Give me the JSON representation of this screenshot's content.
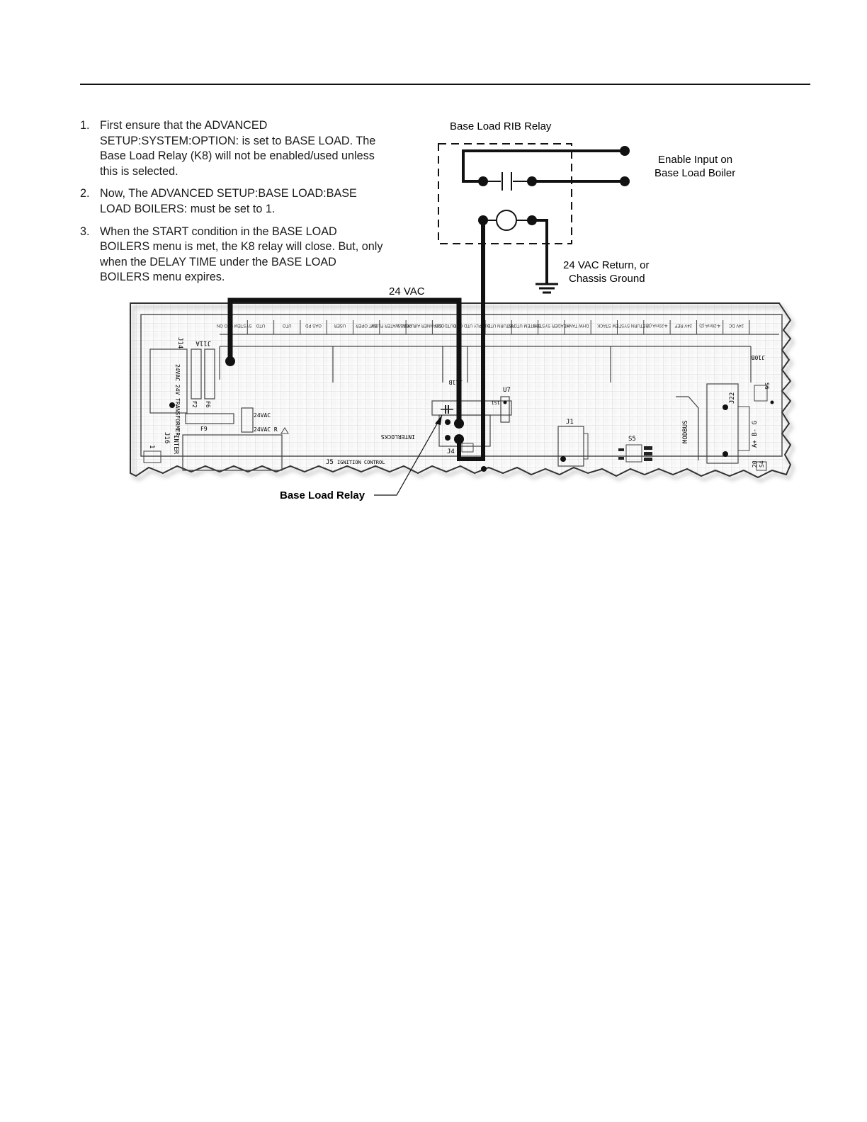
{
  "steps": [
    {
      "num": "1.",
      "text": "First ensure that the ADVANCED SETUP:SYSTEM:OPTION: is set to BASE LOAD. The Base Load Relay (K8) will not be enabled/used unless this is selected."
    },
    {
      "num": "2.",
      "text": "Now, The ADVANCED SETUP:BASE LOAD:BASE LOAD BOILERS: must be set to 1."
    },
    {
      "num": "3.",
      "text": "When the START condition in the BASE LOAD BOILERS menu is met, the K8 relay will close. But, only when  the DELAY TIME under the BASE LOAD BOILERS menu expires."
    }
  ],
  "diagram": {
    "rib_relay_label": "Base Load  RIB Relay",
    "enable_input_line1": "Enable Input on",
    "enable_input_line2": "Base Load Boiler",
    "return_line1": "24 VAC Return, or",
    "return_line2": "Chassis Ground",
    "vac_label": "24 VAC",
    "base_load_relay_label": "Base Load Relay",
    "board": {
      "connector_labels": [
        "J14",
        "J11A",
        "J11B",
        "J10B",
        "J22",
        "J16",
        "J1",
        "J4",
        "J5",
        "U7",
        "S5",
        "S6",
        "S4",
        "F2",
        "F6",
        "F9"
      ],
      "terminal_labels": [
        "SYSTEM UTO ON",
        "UTO",
        "UTO",
        "GAS PD",
        "USER",
        "EXT OPER",
        "LOCAL WATER FLOW",
        "SCANNER AIR PRESS.",
        "OUTDOOR",
        "SUPPLY UTD OUT",
        "RETURN UTD IN",
        "SYSTEM UTD IN",
        "HEADER SYSTEM",
        "DHW TANK",
        "STACK",
        "RETURN SYSTEM",
        "4-20mA (1)",
        "24V REF",
        "4-20mA (2)",
        "24V DC"
      ],
      "transformer_label": "24VAC 24V TRANSFORMER",
      "vac_pin_1": "24VAC",
      "vac_pin_2": "24VAC R",
      "modbus": "MODBUS",
      "modbus_pins": "A+ B- G",
      "interlocks": "INTERLOCKS",
      "ignition": "IGNITION CONTROL",
      "inter": "INTER",
      "pin_one": "1",
      "relay_num": "1S1",
      "s4_num": "20"
    }
  }
}
